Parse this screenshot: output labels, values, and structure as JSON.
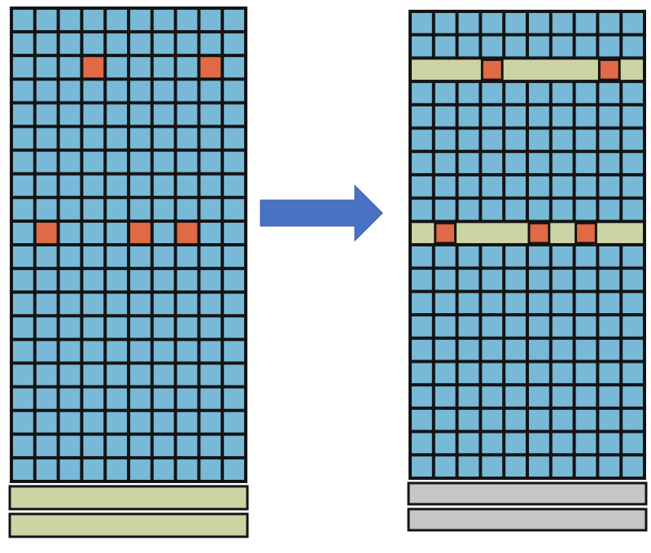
{
  "colors": {
    "background": "#ffffff",
    "cell": "#79b9d8",
    "cell_highlight": "#e06a45",
    "grid_line": "#141414",
    "repair_row": "#ccd3a5",
    "unused_row": "#c6c6c6",
    "arrow": "#4a72c4"
  },
  "left_array": {
    "columns": 10,
    "rows": 20,
    "highlighted_cells": [
      {
        "row": 2,
        "col": 3
      },
      {
        "row": 2,
        "col": 8
      },
      {
        "row": 9,
        "col": 1
      },
      {
        "row": 9,
        "col": 5
      },
      {
        "row": 9,
        "col": 7
      }
    ],
    "spare_rows": 2,
    "spare_row_state": "unused"
  },
  "right_array": {
    "columns": 10,
    "rows": 20,
    "highlighted_cells": [
      {
        "row": 2,
        "col": 3
      },
      {
        "row": 2,
        "col": 8
      },
      {
        "row": 9,
        "col": 1
      },
      {
        "row": 9,
        "col": 5
      },
      {
        "row": 9,
        "col": 7
      }
    ],
    "repaired_rows": [
      2,
      9
    ],
    "spare_rows": 2,
    "spare_row_state": "consumed"
  },
  "arrow": {
    "direction": "right",
    "icon": "arrow-right-icon"
  }
}
